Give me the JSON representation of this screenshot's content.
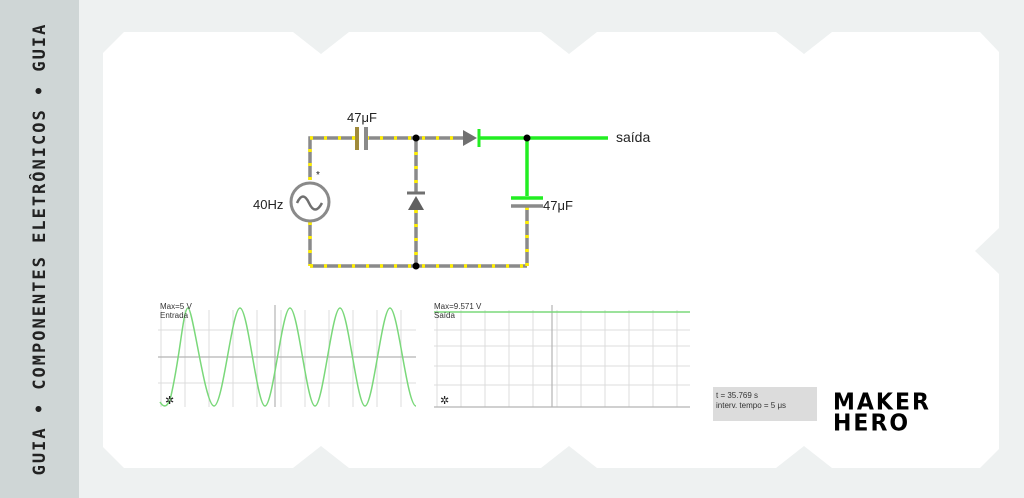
{
  "sidebar": {
    "text": "GUIA • COMPONENTES ELETRÔNICOS • GUIA"
  },
  "circuit": {
    "source_freq": "40Hz",
    "source_marker": "*",
    "cap1_label": "47μF",
    "cap2_label": "47μF",
    "output_label": "saída"
  },
  "scope_in": {
    "max": "Max=5 V",
    "name": "Entrada"
  },
  "scope_out": {
    "max": "Max=9.571 V",
    "name": "Saída"
  },
  "info": {
    "time": "t = 35.769 s",
    "step": "interv. tempo = 5 μs"
  },
  "logo": {
    "line1": "MAKER",
    "line2": "HERO"
  },
  "colors": {
    "wire": "#8a8a8a",
    "active": "#22ee22",
    "dots": "#ffee00",
    "trace": "#7ad87a"
  }
}
